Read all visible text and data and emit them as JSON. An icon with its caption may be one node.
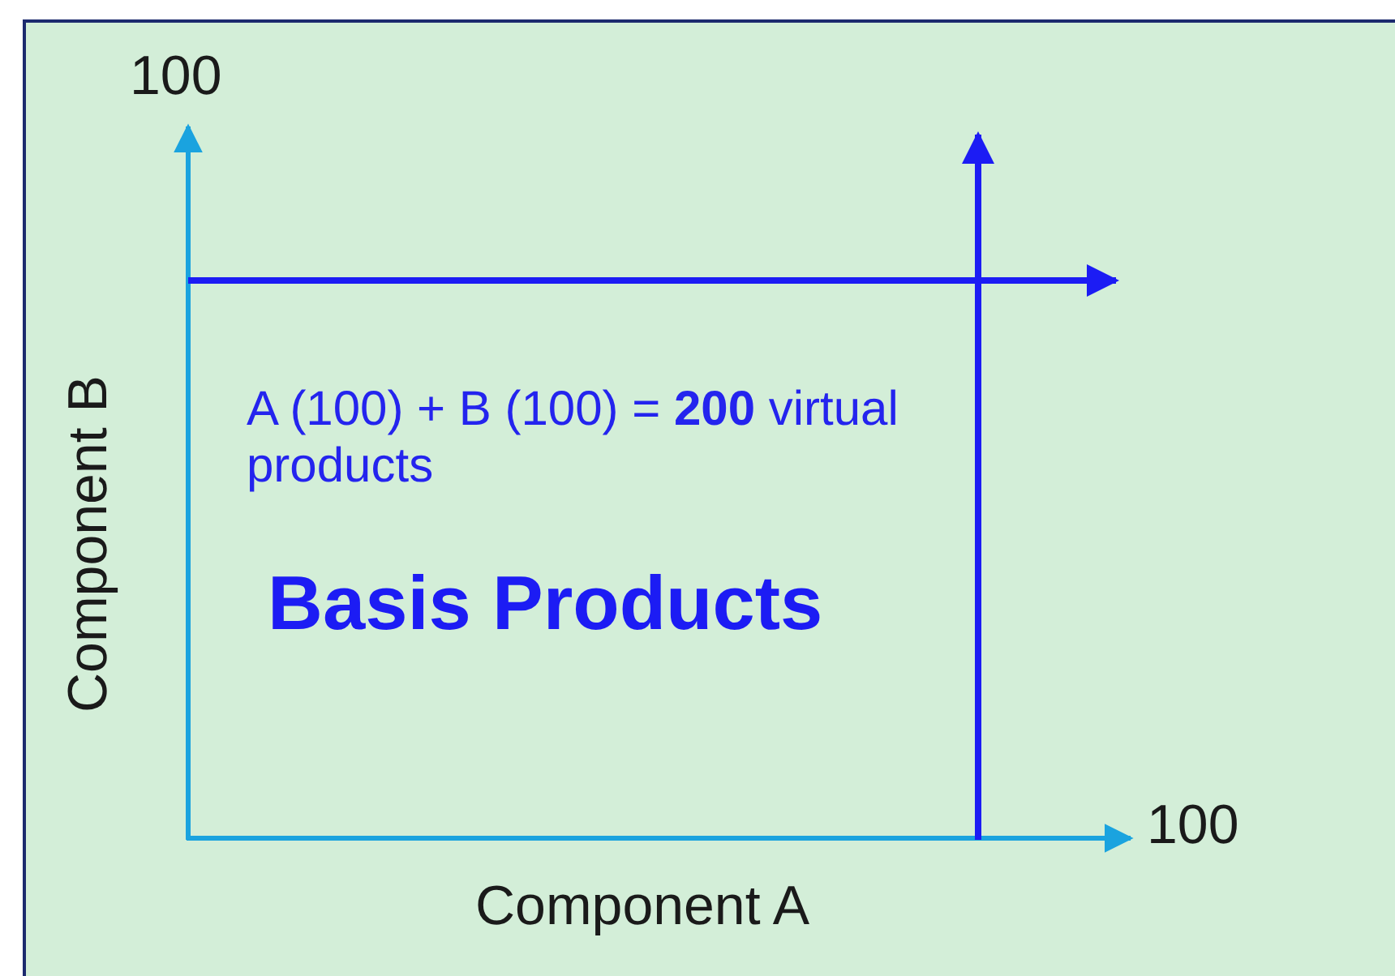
{
  "diagram": {
    "labels": [
      "100",
      "Component B",
      "A (100) + B (100) = **200** virtual products",
      "Basis Products",
      "100",
      "Component A"
    ]
  }
}
